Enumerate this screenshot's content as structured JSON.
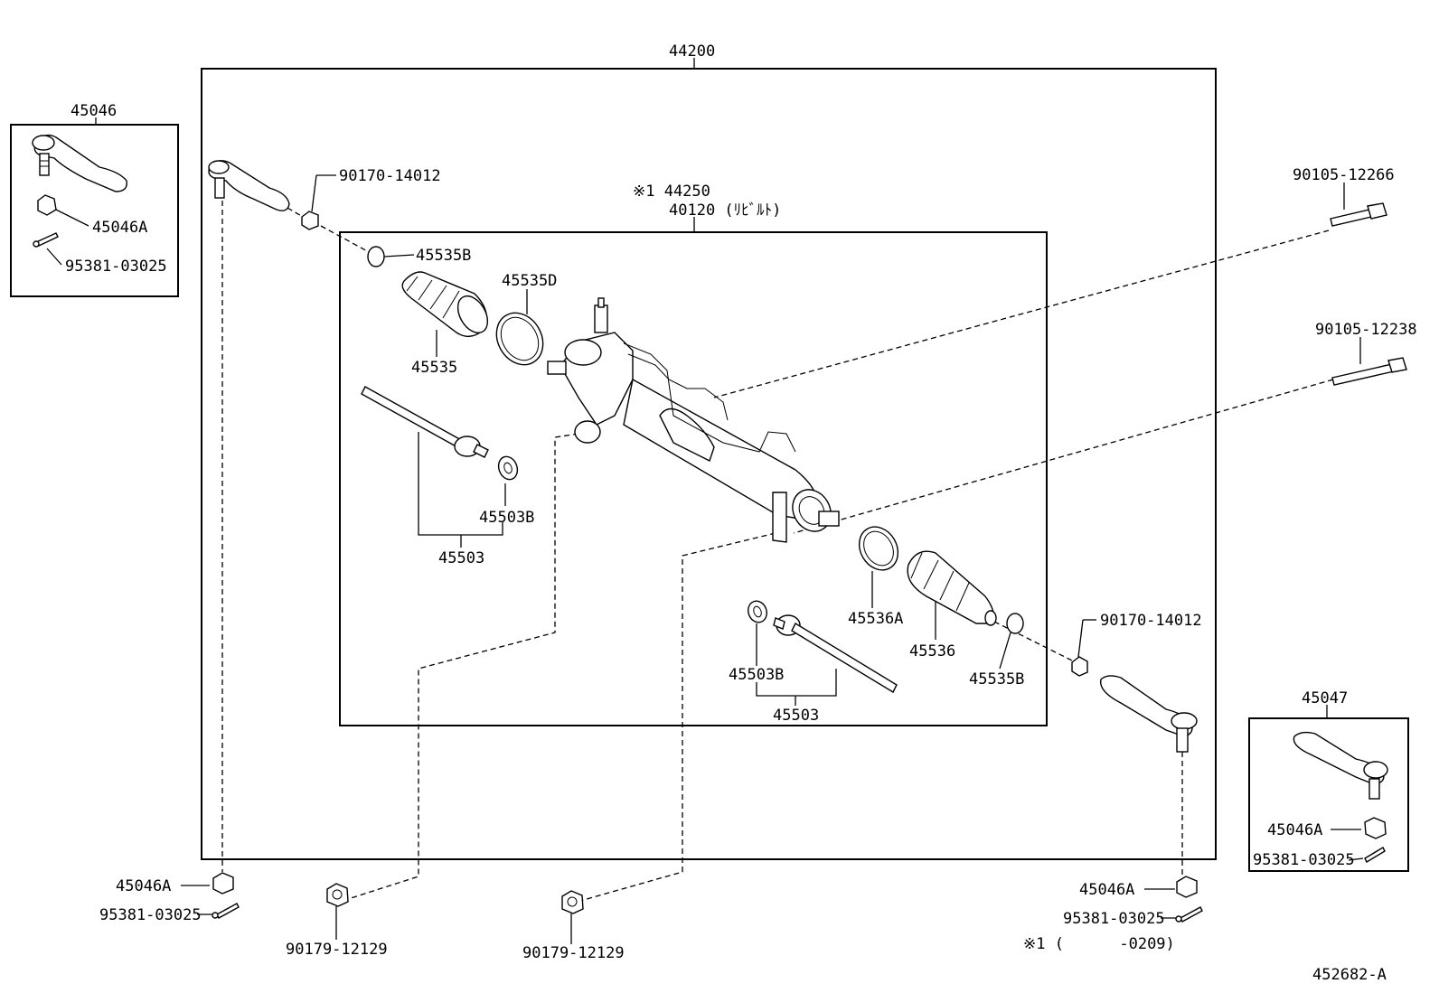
{
  "labels": {
    "assy": "44200",
    "end_left_kit": "45046",
    "end_right_kit": "45047",
    "nut_kit": "45046A",
    "cotter_kit": "95381-03025",
    "gear_assy_1": "※1 44250",
    "gear_assy_2": "40120 (ﾘﾋﾞﾙﾄ)",
    "bolt_1": "90105-12266",
    "bolt_2": "90105-12238",
    "clip_left": "90170-14012",
    "clip_right": "90170-14012",
    "clamp_left": "45535B",
    "boot_left": "45535",
    "clamp_d": "45535D",
    "washer_left": "45503B",
    "rod_left": "45503",
    "clamp_a": "45536A",
    "boot_right": "45536",
    "clamp_right": "45535B",
    "washer_right": "45503B",
    "rod_right": "45503",
    "nut_bl": "45046A",
    "cotter_bl": "95381-03025",
    "nut_br": "45046A",
    "cotter_br": "95381-03025",
    "nut_kit_r": "45046A",
    "cotter_kit_r": "95381-03025",
    "bolt_nut_1": "90179-12129",
    "bolt_nut_2": "90179-12129",
    "footnote": "※1 (      -0209)",
    "code": "452682-A"
  }
}
